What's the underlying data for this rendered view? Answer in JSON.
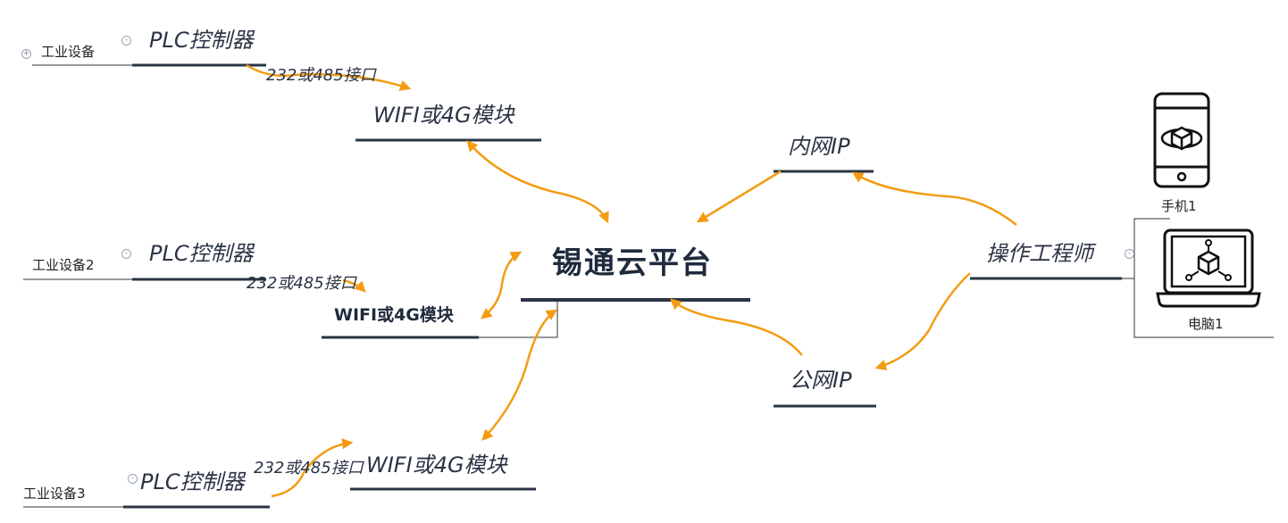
{
  "center": {
    "label": "锡通云平台"
  },
  "devices": [
    {
      "label": "工业设备",
      "plc": "PLC控制器",
      "interface": "232或485接口",
      "module": "WIFI或4G模块"
    },
    {
      "label": "工业设备2",
      "plc": "PLC控制器",
      "interface": "232或485接口",
      "module": "WIFI或4G模块"
    },
    {
      "label": "工业设备3",
      "plc": "PLC控制器",
      "interface": "232或485接口",
      "module": "WIFI或4G模块"
    }
  ],
  "network": {
    "intranet": "内网IP",
    "public": "公网IP"
  },
  "engineer": {
    "label": "操作工程师",
    "phone": "手机1",
    "pc": "电脑1"
  },
  "icons": {
    "phone": "smartphone-cube-icon",
    "pc": "laptop-cube-icon",
    "collapse": "collapse-circle-icon",
    "expand": "expand-circle-icon"
  },
  "colors": {
    "arrow": "#f39c12",
    "line": "#2b3445"
  }
}
